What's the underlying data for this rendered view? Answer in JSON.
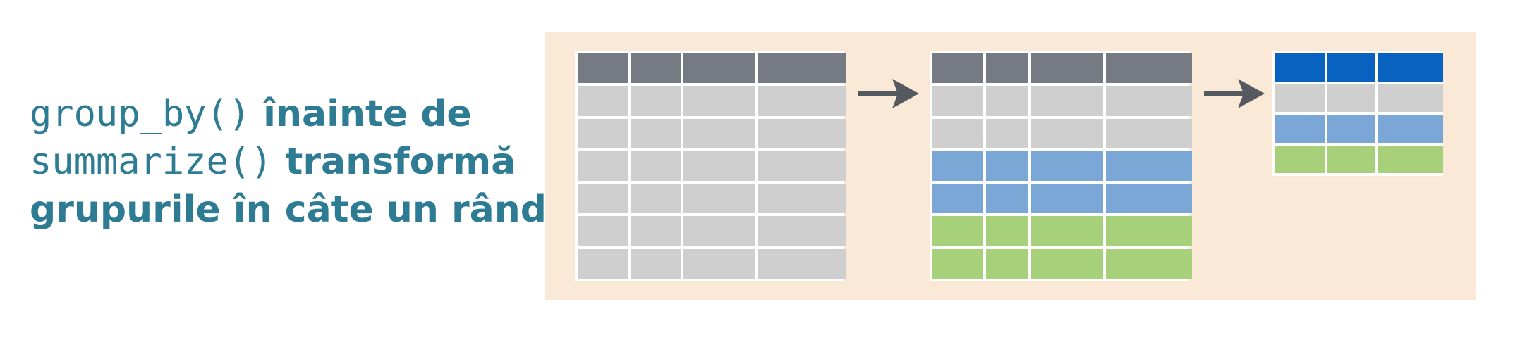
{
  "caption": {
    "line1_code": "group_by()",
    "line1_text": " înainte de",
    "line2_code": "summarize()",
    "line2_text": " transformă",
    "line3_text": "grupurile în câte un rând"
  },
  "colors": {
    "caption": "#2e7b94",
    "panel_background": "#fbe9d8",
    "header_gray": "#757a83",
    "row_gray": "#cfcfcf",
    "group_blue": "#7aa7d5",
    "group_green": "#a6d07a",
    "summary_header_blue": "#0762c0",
    "arrow": "#555a61"
  },
  "tables": [
    {
      "name": "input-table",
      "columns": 4,
      "header": "gray",
      "rows": [
        "gray",
        "gray",
        "gray",
        "gray",
        "gray",
        "gray"
      ]
    },
    {
      "name": "grouped-table",
      "columns": 4,
      "header": "gray",
      "rows": [
        "gray",
        "gray",
        "blue",
        "blue",
        "green",
        "green"
      ]
    },
    {
      "name": "summary-table",
      "columns": 3,
      "header": "summary-blue",
      "rows": [
        "gray",
        "blue",
        "green"
      ]
    }
  ],
  "icons": [
    "arrow-right-icon",
    "arrow-right-icon"
  ]
}
